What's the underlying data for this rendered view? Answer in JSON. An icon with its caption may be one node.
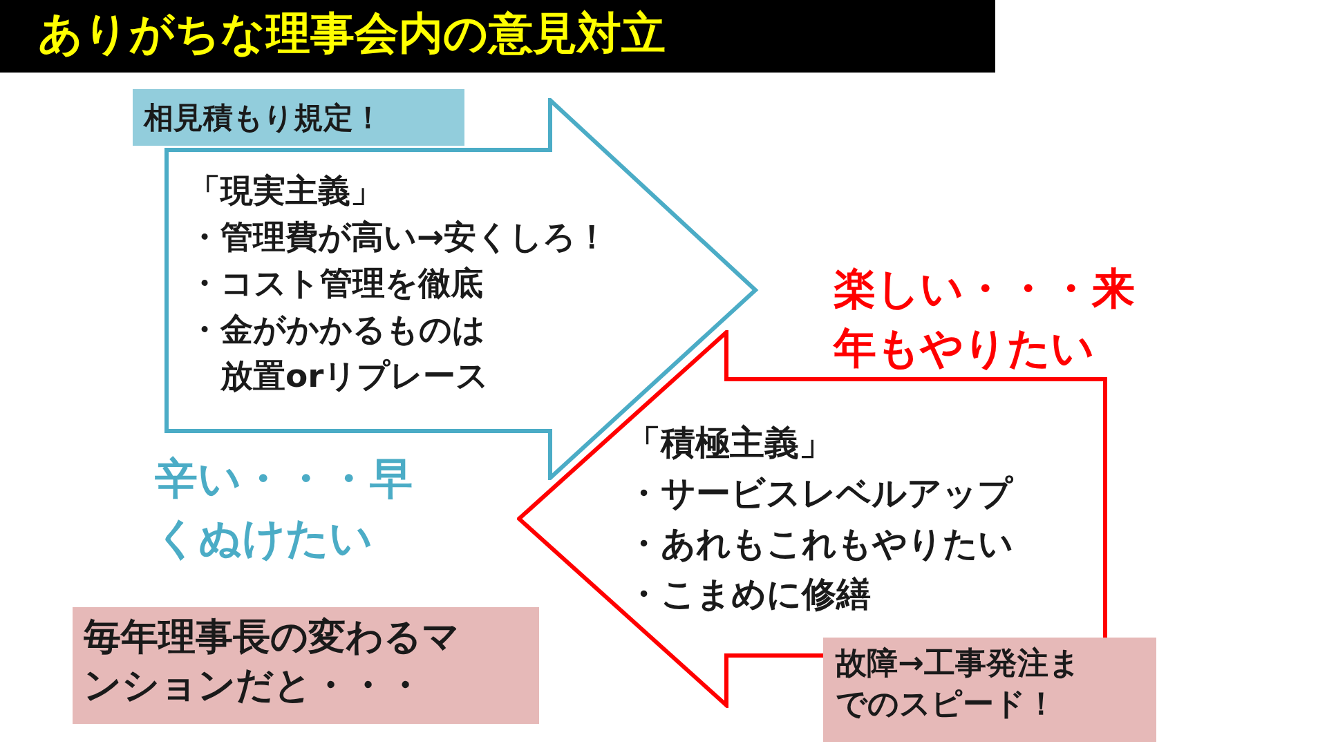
{
  "diagram": {
    "title": "ありがちな理事会内の意見対立",
    "nodes": [
      {
        "text": [
          "「現実主義」",
          "・管理費が高い→安くしろ！",
          "・コスト管理を徹底",
          "・金がかかるものは放置orリプレース"
        ]
      },
      {
        "text": [
          "相見積もり規定！"
        ]
      },
      {
        "text": [
          "「積極主義」",
          "・サービスレベルアップ",
          "・あれもこれもやりたい",
          "・こまめに修繕"
        ]
      },
      {
        "text": [
          "故障→工事発注までのスピード！"
        ]
      },
      {
        "text": [
          "毎年理事長の変わるマンションだと・・・"
        ]
      }
    ],
    "labels": [
      "楽しい・・・来年もやりたい",
      "辛い・・・早くぬけたい"
    ]
  }
}
